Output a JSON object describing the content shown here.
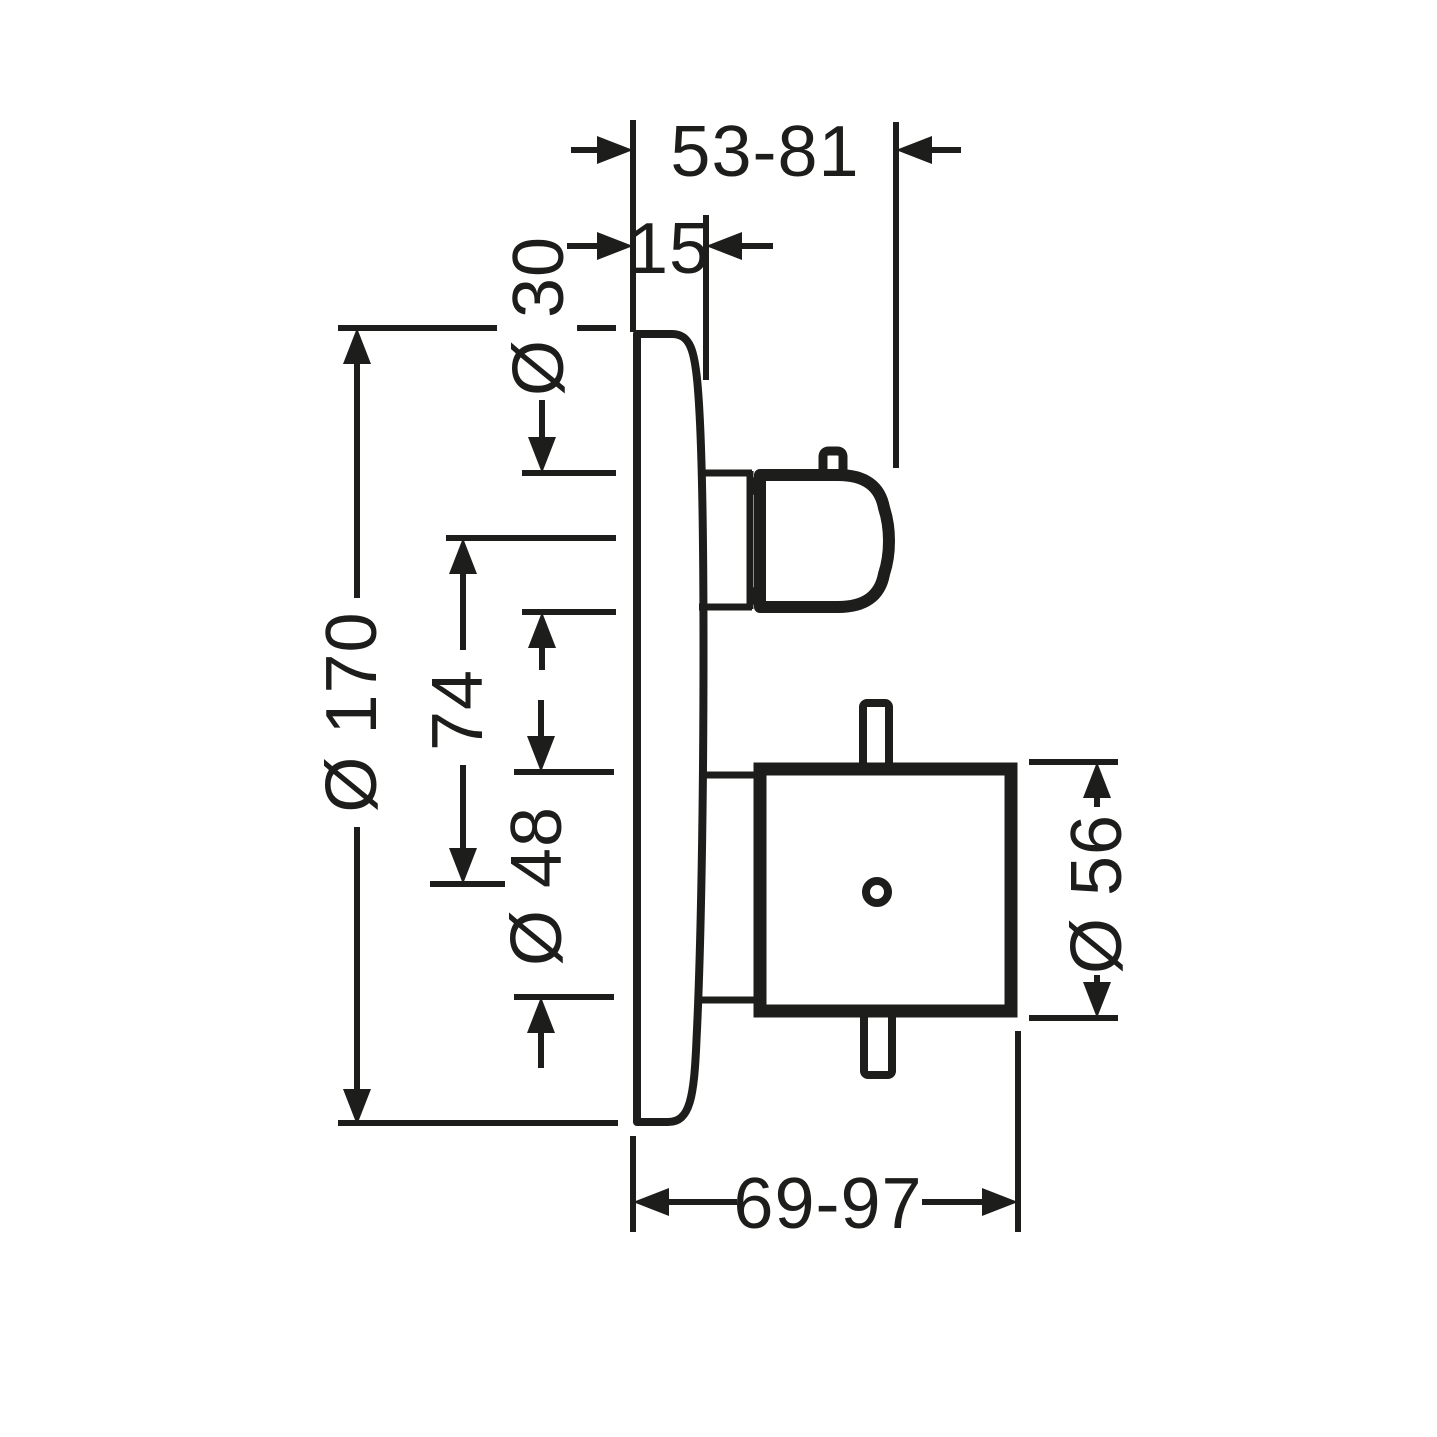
{
  "drawing": {
    "colors": {
      "line": "#1d1d1b",
      "background": "#ffffff"
    },
    "labels": {
      "depth_range_top": "53-81",
      "plate_thickness": "15",
      "temp_handle_diameter": "Ø 30",
      "plate_diameter": "Ø 170",
      "handle_spacing": "74",
      "sleeve_diameter": "Ø 48",
      "volume_handle_diameter": "Ø 56",
      "depth_range_bottom": "69-97"
    }
  }
}
